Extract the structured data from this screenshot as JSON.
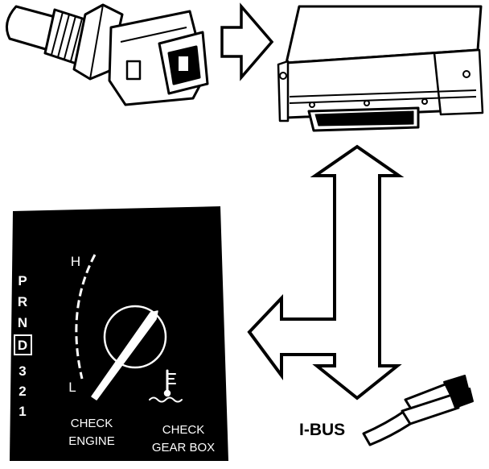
{
  "cluster": {
    "gear_positions": [
      "P",
      "R",
      "N",
      "D",
      "3",
      "2",
      "1"
    ],
    "selected_gear": "D",
    "gauge": {
      "high_label": "H",
      "low_label": "L"
    },
    "warnings": {
      "check_engine": [
        "CHECK",
        "ENGINE"
      ],
      "check_gearbox": [
        "CHECK",
        "GEAR BOX"
      ]
    }
  },
  "bus": {
    "label": "I-BUS"
  }
}
